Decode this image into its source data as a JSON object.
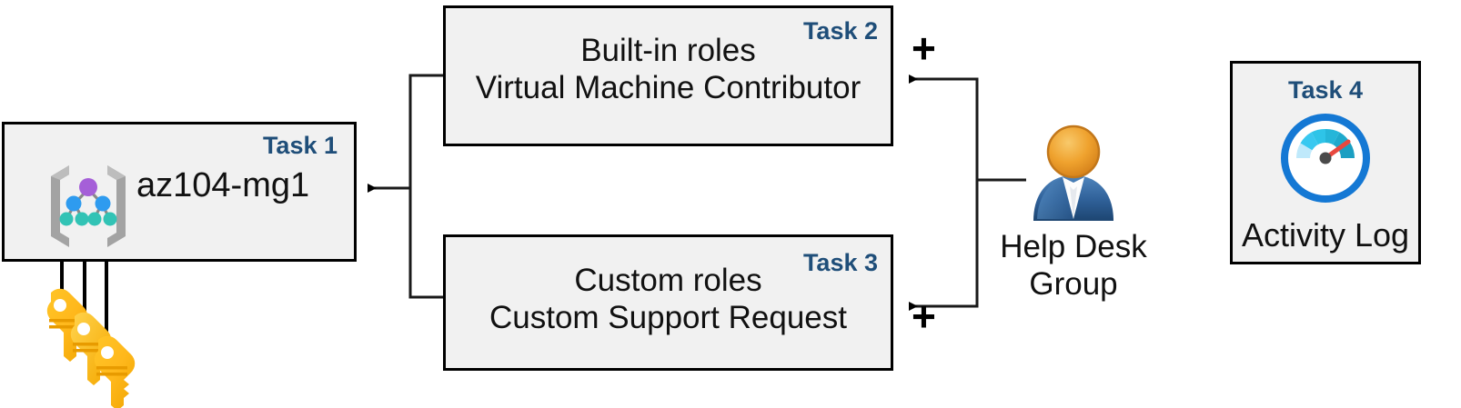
{
  "diagram": {
    "title": "Azure RBAC task diagram",
    "accent_color": "#1f4e79",
    "box_fill": "#f1f1f1",
    "box_border": "#000000"
  },
  "task1": {
    "tag": "Task 1",
    "label": "az104-mg1",
    "icon": "management-group-icon"
  },
  "task2": {
    "tag": "Task 2",
    "line1": "Built-in roles",
    "line2": "Virtual Machine Contributor"
  },
  "task3": {
    "tag": "Task 3",
    "line1": "Custom roles",
    "line2": "Custom Support Request"
  },
  "task4": {
    "tag": "Task 4",
    "label": "Activity Log",
    "icon": "activity-log-gauge-icon"
  },
  "group": {
    "line1": "Help Desk",
    "line2": "Group",
    "icon": "user-group-icon"
  },
  "keys": {
    "icon": "keys-icon",
    "count": 3
  },
  "operators": {
    "plus_top": "+",
    "plus_bottom": "+"
  }
}
